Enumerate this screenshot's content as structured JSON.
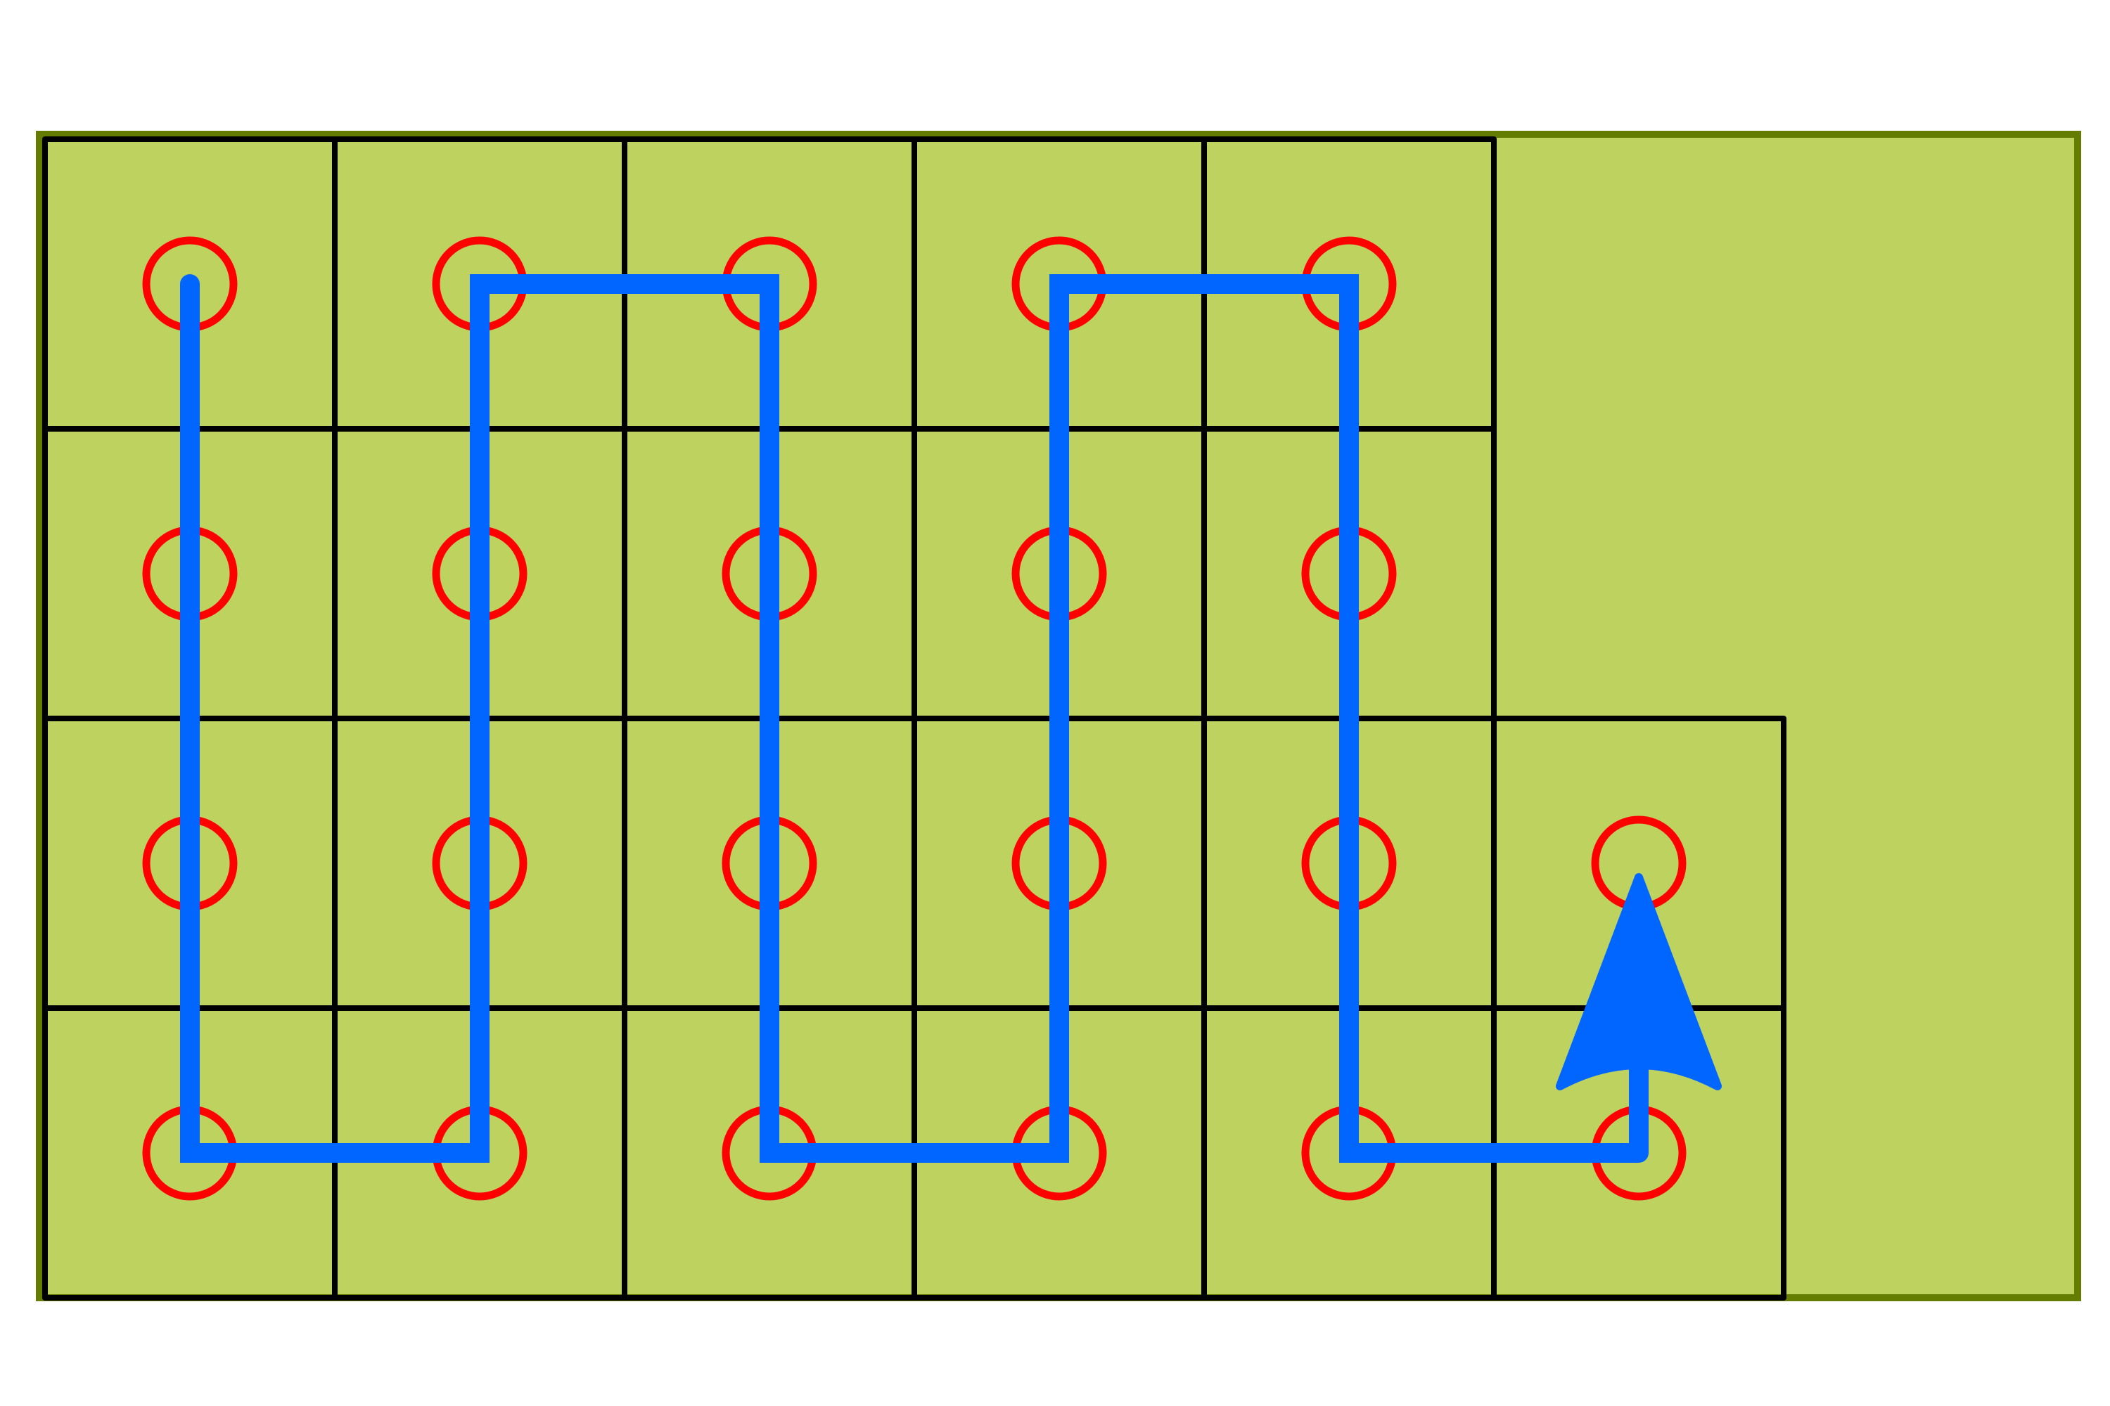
{
  "colors": {
    "background": "#ffffff",
    "field_fill": "#bed35f",
    "field_border": "#647d00",
    "grid_line": "#000000",
    "waypoint_ring": "#ff0000",
    "path": "#0066ff"
  },
  "grid": {
    "columns": 6,
    "rows": 4,
    "cells": [
      {
        "col": 0,
        "row": 0
      },
      {
        "col": 1,
        "row": 0
      },
      {
        "col": 2,
        "row": 0
      },
      {
        "col": 3,
        "row": 0
      },
      {
        "col": 4,
        "row": 0
      },
      {
        "col": 0,
        "row": 1
      },
      {
        "col": 1,
        "row": 1
      },
      {
        "col": 2,
        "row": 1
      },
      {
        "col": 3,
        "row": 1
      },
      {
        "col": 4,
        "row": 1
      },
      {
        "col": 0,
        "row": 2
      },
      {
        "col": 1,
        "row": 2
      },
      {
        "col": 2,
        "row": 2
      },
      {
        "col": 3,
        "row": 2
      },
      {
        "col": 4,
        "row": 2
      },
      {
        "col": 5,
        "row": 2
      },
      {
        "col": 0,
        "row": 3
      },
      {
        "col": 1,
        "row": 3
      },
      {
        "col": 2,
        "row": 3
      },
      {
        "col": 3,
        "row": 3
      },
      {
        "col": 4,
        "row": 3
      },
      {
        "col": 5,
        "row": 3
      }
    ]
  },
  "path": {
    "start": {
      "col": 0,
      "row": 0
    },
    "waypoints": [
      {
        "col": 0,
        "row": 0
      },
      {
        "col": 0,
        "row": 3
      },
      {
        "col": 1,
        "row": 3
      },
      {
        "col": 1,
        "row": 0
      },
      {
        "col": 2,
        "row": 0
      },
      {
        "col": 2,
        "row": 3
      },
      {
        "col": 3,
        "row": 3
      },
      {
        "col": 3,
        "row": 0
      },
      {
        "col": 4,
        "row": 0
      },
      {
        "col": 4,
        "row": 3
      },
      {
        "col": 5,
        "row": 3
      }
    ],
    "end_direction": "up",
    "end_marker": "arrow-head-icon"
  }
}
